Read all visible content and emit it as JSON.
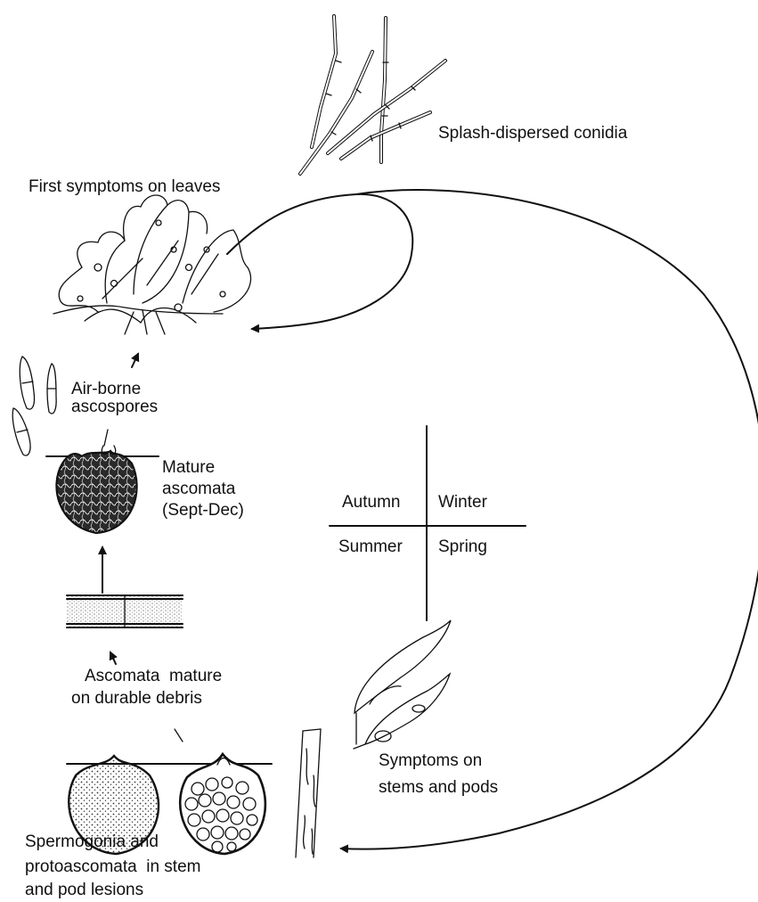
{
  "labels": {
    "conidia": "Splash-dispersed conidia",
    "first_symptoms": "First symptoms on leaves",
    "airborne_line1": "Air-borne",
    "airborne_line2": "ascospores",
    "mature_line1": "Mature",
    "mature_line2": "ascomata",
    "mature_line3": "(Sept-Dec)",
    "debris_line1": "Ascomata  mature",
    "debris_line2": "on durable debris",
    "stems_line1": "Symptoms on",
    "stems_line2": "stems and pods",
    "sperm_line1": "Spermogonia and",
    "sperm_line2": "protoascomata  in stem",
    "sperm_line3": "and pod lesions"
  },
  "seasons": {
    "autumn": "Autumn",
    "winter": "Winter",
    "summer": "Summer",
    "spring": "Spring"
  },
  "icons": [
    "conidia-icon",
    "plant-icon",
    "ascospore-icon",
    "ascoma-icon",
    "debris-stem-icon",
    "spermogonium-icon",
    "protoascoma-icon",
    "pod-icon",
    "stem-icon"
  ]
}
